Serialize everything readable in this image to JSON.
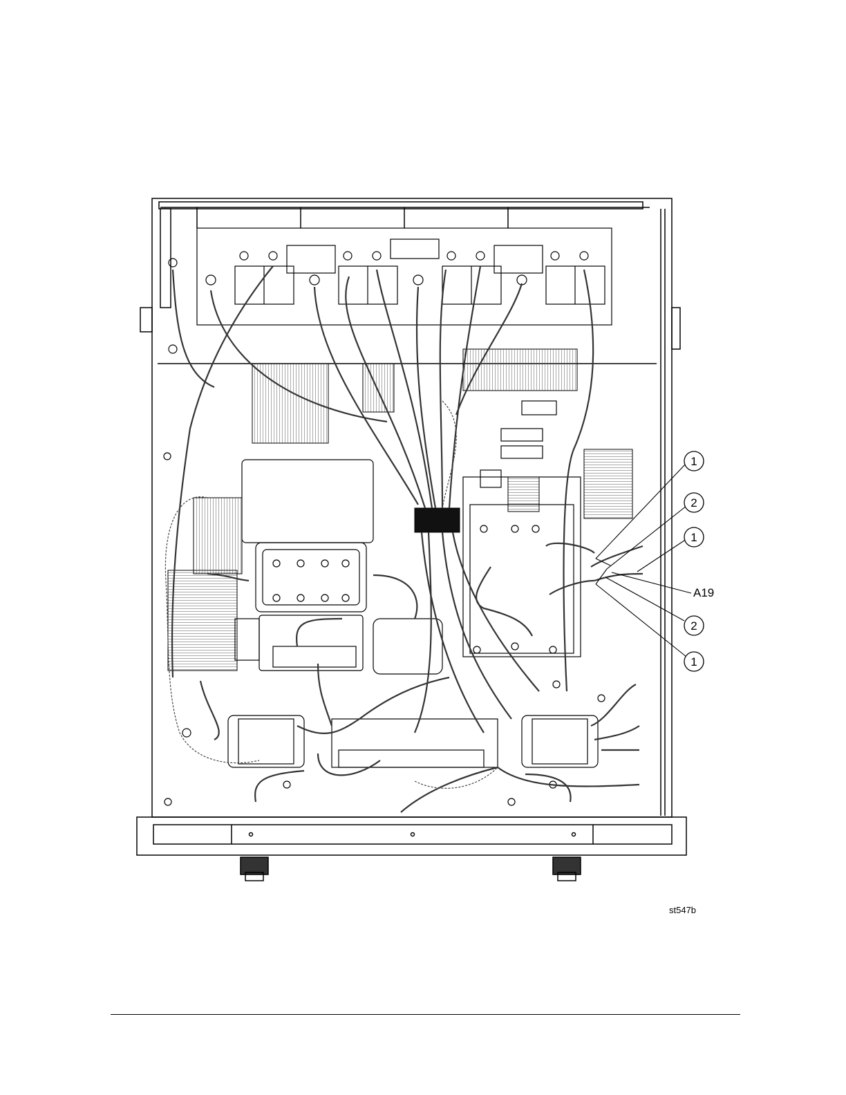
{
  "figure": {
    "callouts": [
      {
        "label": "1"
      },
      {
        "label": "2"
      },
      {
        "label": "1"
      },
      {
        "label": "A19"
      },
      {
        "label": "2"
      },
      {
        "label": "1"
      }
    ],
    "figure_id": "st547b"
  }
}
